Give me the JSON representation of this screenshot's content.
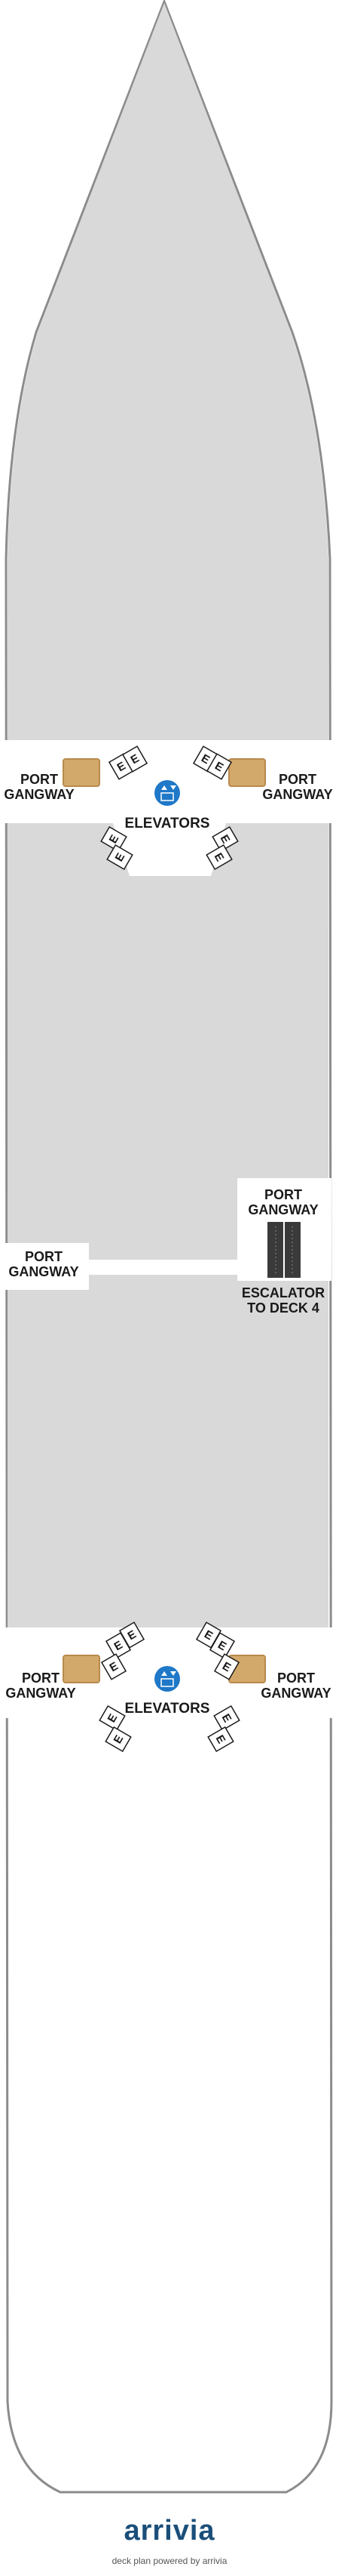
{
  "colors": {
    "deck_fill": "#d9d9d9",
    "hull_stroke": "#8c8c8c",
    "elevator_icon": "#1f78c8",
    "gangway_box": "#d3a86b",
    "escalator": "#3a3a3a",
    "brand": "#1b4f7a"
  },
  "labels": {
    "port_gangway_line1": "PORT",
    "port_gangway_line2": "GANGWAY",
    "elevators": "ELEVATORS",
    "escalator_line1": "ESCALATOR",
    "escalator_line2": "TO DECK 4",
    "elevator_letter": "E"
  },
  "icons": {
    "elevator": "elevator-icon",
    "escalator": "escalator-icon",
    "gangway": "gangway-crate-icon"
  },
  "footer": {
    "brand": "arrivia",
    "powered_by": "deck plan powered by arrivia"
  }
}
